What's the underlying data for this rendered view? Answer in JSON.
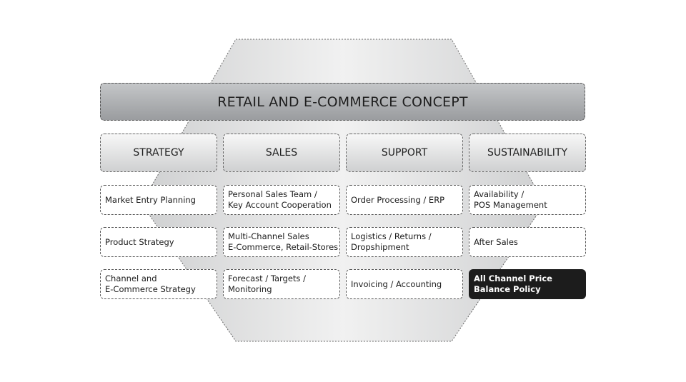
{
  "title": "RETAIL AND E-COMMERCE CONCEPT",
  "columns": [
    {
      "header": "STRATEGY",
      "items": [
        "Market Entry Planning",
        "Product Strategy",
        "Channel and\nE-Commerce Strategy"
      ]
    },
    {
      "header": "SALES",
      "items": [
        "Personal Sales Team /\nKey Account Cooperation",
        "Multi-Channel Sales\nE-Commerce, Retail-Stores",
        "Forecast / Targets /\nMonitoring"
      ]
    },
    {
      "header": "SUPPORT",
      "items": [
        "Order Processing / ERP",
        "Logistics / Returns /\nDropshipment",
        "Invoicing / Accounting"
      ]
    },
    {
      "header": "SUSTAINABILITY",
      "items": [
        "Availability /\nPOS Management",
        "After Sales",
        "All Channel Price\nBalance Policy"
      ]
    }
  ],
  "highlight": {
    "column": 3,
    "row": 2,
    "color": "#1c1c1c"
  },
  "colors": {
    "banner": "#a9abad",
    "hexagon": "#e4e4e4"
  }
}
